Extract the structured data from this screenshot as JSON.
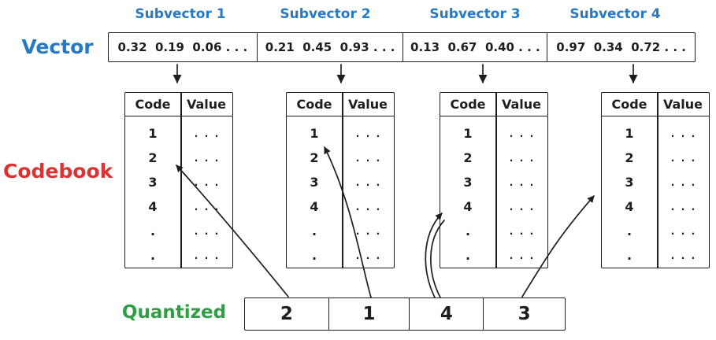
{
  "colors": {
    "blue": "#2779c4",
    "red": "#e03131",
    "green": "#2f9e44",
    "ink": "#1e1e1e"
  },
  "vector": {
    "label": "Vector",
    "subvectors": [
      {
        "label": "Subvector 1",
        "values": "0.32  0.19  0.06 . . ."
      },
      {
        "label": "Subvector 2",
        "values": "0.21  0.45  0.93 . . ."
      },
      {
        "label": "Subvector 3",
        "values": "0.13  0.67  0.40 . . ."
      },
      {
        "label": "Subvector 4",
        "values": "0.97  0.34  0.72 . . ."
      }
    ]
  },
  "codebook": {
    "label": "Codebook",
    "headers": [
      "Code",
      "Value"
    ],
    "rows": [
      {
        "code": "1",
        "value": ".  .  ."
      },
      {
        "code": "2",
        "value": ".  .  ."
      },
      {
        "code": "3",
        "value": ".  .  ."
      },
      {
        "code": "4",
        "value": ".  .  ."
      },
      {
        "code": ".",
        "value": ".  .  ."
      },
      {
        "code": ".",
        "value": ".  .  ."
      }
    ]
  },
  "quantized": {
    "label": "Quantized",
    "cells": [
      "2",
      "1",
      "4",
      "3"
    ]
  }
}
